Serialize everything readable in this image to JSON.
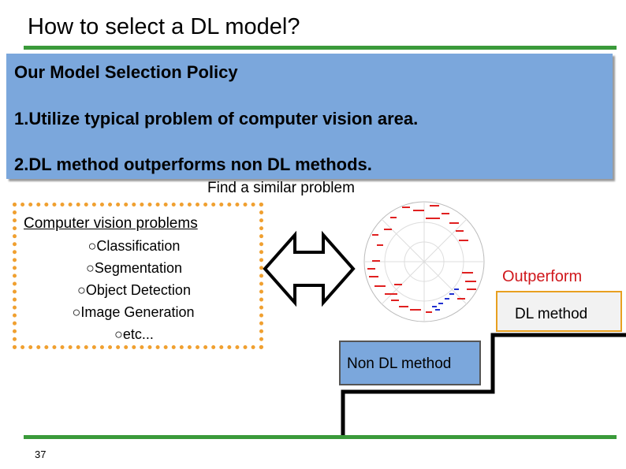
{
  "slide": {
    "title": "How to select a DL model?",
    "page_number": "37"
  },
  "policy": {
    "heading": "Our Model Selection Policy",
    "items": [
      "1.Utilize typical problem of computer vision area.",
      "2.DL method outperforms non DL methods."
    ]
  },
  "find_similar": "Find a similar problem",
  "problems": {
    "heading": "Computer vision problems",
    "items": [
      "○Classification",
      "○Segmentation",
      "○Object Detection",
      "○Image Generation",
      "○etc..."
    ]
  },
  "comparison": {
    "outperform": "Outperform",
    "dl_method": "DL method",
    "non_dl_method": "Non DL method"
  },
  "colors": {
    "accent_green": "#3a9a3a",
    "policy_box": "#7ba7dc",
    "dotted_border": "#f0a030",
    "outperform_red": "#d0181c"
  }
}
